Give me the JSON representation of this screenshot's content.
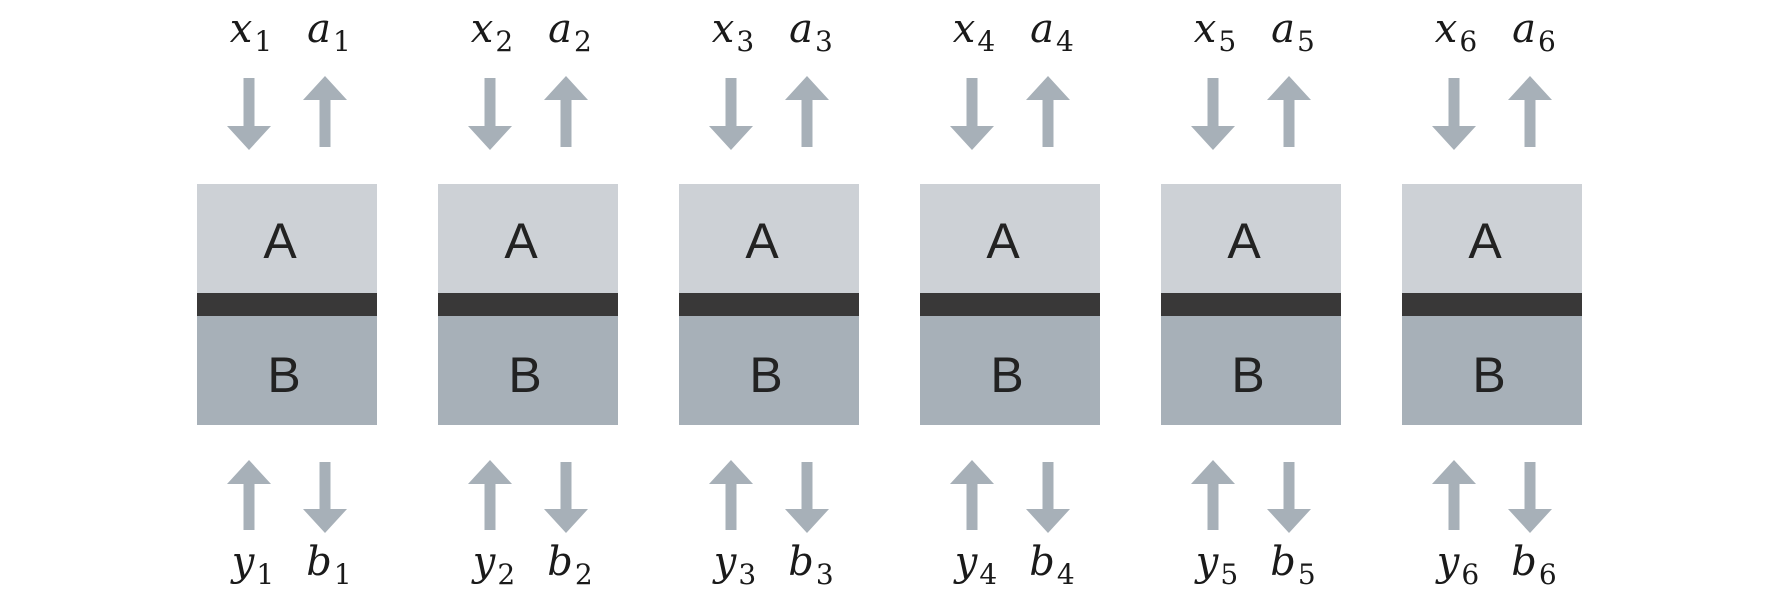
{
  "colors": {
    "top_half": "#cdd1d6",
    "bottom_half": "#a7b0b8",
    "separator": "#393838",
    "arrow": "#a7b0b8",
    "text": "#222222"
  },
  "units": [
    {
      "top_left": {
        "var": "x",
        "sub": "1"
      },
      "top_right": {
        "var": "a",
        "sub": "1"
      },
      "half_a": "A",
      "half_b": "B",
      "bottom_left": {
        "var": "y",
        "sub": "1"
      },
      "bottom_right": {
        "var": "b",
        "sub": "1"
      }
    },
    {
      "top_left": {
        "var": "x",
        "sub": "2"
      },
      "top_right": {
        "var": "a",
        "sub": "2"
      },
      "half_a": "A",
      "half_b": "B",
      "bottom_left": {
        "var": "y",
        "sub": "2"
      },
      "bottom_right": {
        "var": "b",
        "sub": "2"
      }
    },
    {
      "top_left": {
        "var": "x",
        "sub": "3"
      },
      "top_right": {
        "var": "a",
        "sub": "3"
      },
      "half_a": "A",
      "half_b": "B",
      "bottom_left": {
        "var": "y",
        "sub": "3"
      },
      "bottom_right": {
        "var": "b",
        "sub": "3"
      }
    },
    {
      "top_left": {
        "var": "x",
        "sub": "4"
      },
      "top_right": {
        "var": "a",
        "sub": "4"
      },
      "half_a": "A",
      "half_b": "B",
      "bottom_left": {
        "var": "y",
        "sub": "4"
      },
      "bottom_right": {
        "var": "b",
        "sub": "4"
      }
    },
    {
      "top_left": {
        "var": "x",
        "sub": "5"
      },
      "top_right": {
        "var": "a",
        "sub": "5"
      },
      "half_a": "A",
      "half_b": "B",
      "bottom_left": {
        "var": "y",
        "sub": "5"
      },
      "bottom_right": {
        "var": "b",
        "sub": "5"
      }
    },
    {
      "top_left": {
        "var": "x",
        "sub": "6"
      },
      "top_right": {
        "var": "a",
        "sub": "6"
      },
      "half_a": "A",
      "half_b": "B",
      "bottom_left": {
        "var": "y",
        "sub": "6"
      },
      "bottom_right": {
        "var": "b",
        "sub": "6"
      }
    }
  ]
}
